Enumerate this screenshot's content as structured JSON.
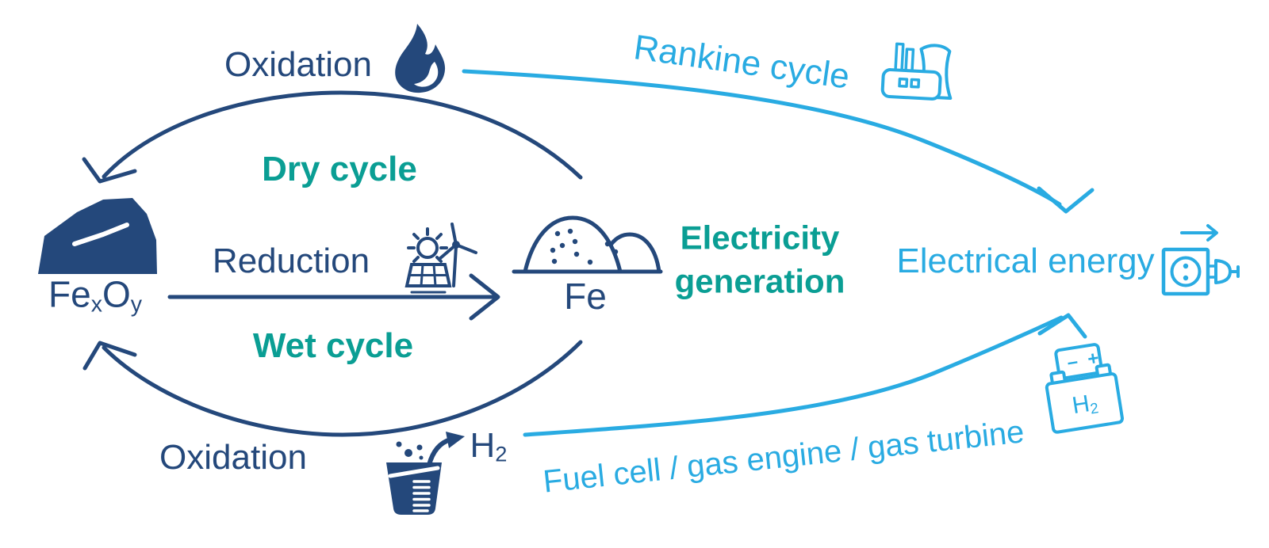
{
  "title": "Iron redox energy storage cycle diagram",
  "colors": {
    "navy": "#24487B",
    "teal": "#0A9E94",
    "light_blue": "#29ABE2",
    "background": "#FFFFFF"
  },
  "cycle": {
    "oxidation_top": "Oxidation",
    "dry_cycle": "Dry cycle",
    "reduction": "Reduction",
    "wet_cycle": "Wet cycle",
    "oxidation_bottom": "Oxidation",
    "iron_oxide": {
      "fe": "Fe",
      "x": "x",
      "o": "O",
      "y": "y"
    },
    "iron": "Fe",
    "hydrogen": {
      "h": "H",
      "sub": "2"
    }
  },
  "generation": {
    "electricity_line1": "Electricity",
    "electricity_line2": "generation",
    "rankine": "Rankine cycle",
    "fuel_cell_path": "Fuel cell / gas engine / gas turbine",
    "electrical_energy": "Electrical energy",
    "battery_polarity": "– +",
    "battery_label": {
      "h": "H",
      "sub": "2"
    }
  },
  "icons": [
    "flame-icon",
    "iron-ore-icon",
    "renewables-icon",
    "iron-powder-pile-icon",
    "beaker-icon",
    "factory-icon",
    "fuel-cell-battery-icon",
    "socket-plug-icon"
  ]
}
